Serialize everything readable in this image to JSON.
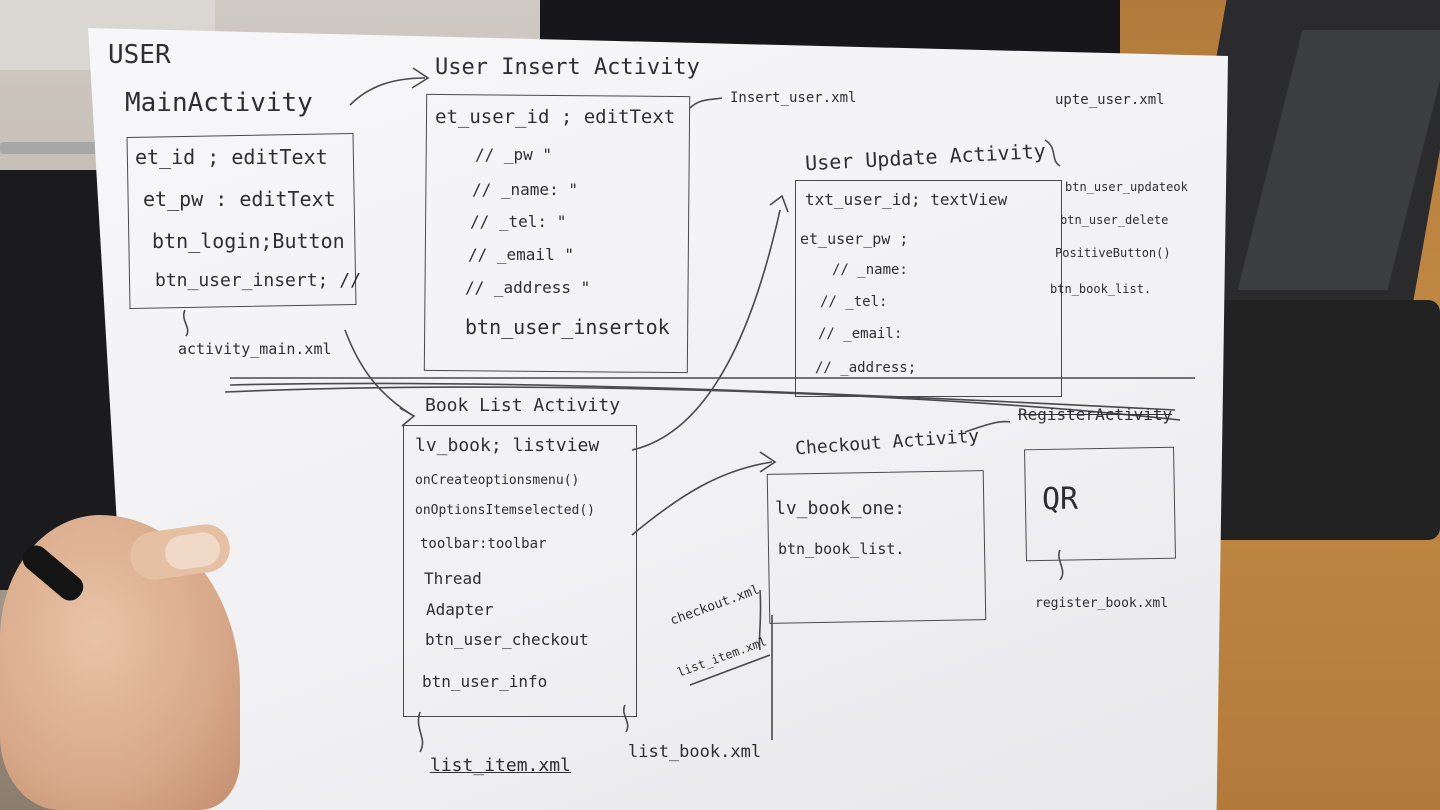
{
  "sketch": {
    "header": "USER",
    "main_activity": {
      "title": "MainActivity",
      "items": [
        "et_id ; editText",
        "et_pw : editText",
        "btn_login;Button",
        "btn_user_insert; //"
      ],
      "xml": "activity_main.xml"
    },
    "user_insert_activity": {
      "title": "User Insert Activity",
      "items": [
        "et_user_id ; editText",
        "// _pw  \"",
        "// _name: \"",
        "// _tel: \"",
        "// _email \"",
        "// _address \"",
        "btn_user_insertok"
      ],
      "xml": "Insert_user.xml"
    },
    "user_update_activity": {
      "title": "User Update Activity",
      "xml": "upte_user.xml",
      "items": [
        "txt_user_id; textView",
        "et_user_pw ;",
        "// _name:",
        "// _tel:",
        "// _email:",
        "// _address;"
      ],
      "side_items": [
        "btn_user_updateok",
        "btn_user_delete",
        "PositiveButton()",
        "btn_book_list."
      ]
    },
    "book_list_activity": {
      "title": "Book List Activity",
      "items": [
        "lv_book; listview",
        "onCreateoptionsmenu()",
        "onOptionsItemselected()",
        "toolbar:toolbar",
        "Thread",
        "Adapter",
        "btn_user_checkout",
        "btn_user_info"
      ],
      "xml_left": "list_item.xml",
      "xml_right": "list_book.xml"
    },
    "checkout_activity": {
      "title": "Checkout Activity",
      "items": [
        "lv_book_one:",
        "btn_book_list."
      ],
      "xml_1": "checkout.xml",
      "xml_2": "list_item.xml"
    },
    "register_activity": {
      "title": "RegisterActivity",
      "content": "QR",
      "xml": "register_book.xml"
    }
  }
}
